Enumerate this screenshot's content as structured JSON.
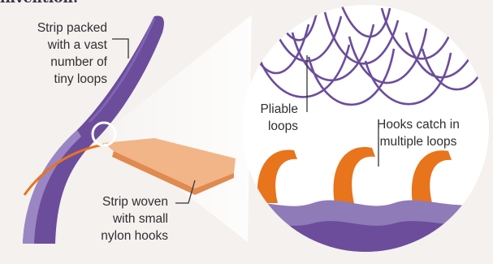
{
  "heading_fragment": "invention:",
  "labels": {
    "loops_strip": [
      "Strip packed",
      "with a vast",
      "number of",
      "tiny loops"
    ],
    "hooks_strip": [
      "Strip woven",
      "with small",
      "nylon hooks"
    ],
    "pliable_loops": [
      "Pliable",
      "loops"
    ],
    "hooks_catch": [
      "Hooks catch in",
      "multiple loops"
    ]
  },
  "colors": {
    "background": "#f4f1ee",
    "loop_purple": "#6b4d9c",
    "loop_purple_light": "#9b86c4",
    "hook_orange": "#e8741b",
    "hook_strip_peach": "#f2b587",
    "base_purple": "#8f7bb8"
  }
}
